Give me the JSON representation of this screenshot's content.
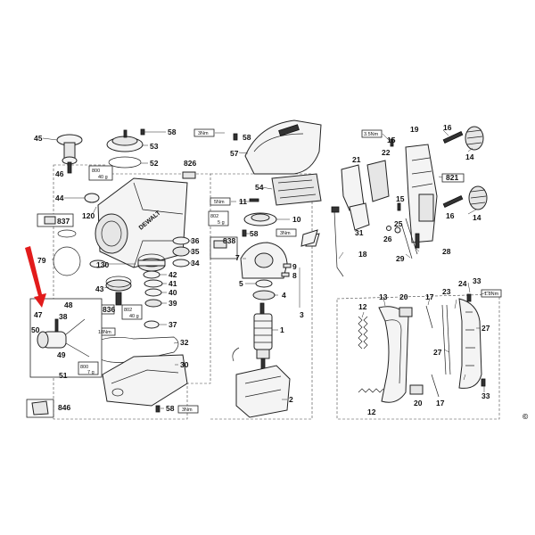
{
  "diagram": {
    "brand_text": "DEWALT",
    "corner_mark": "©",
    "labels": [
      {
        "id": "p45",
        "text": "45"
      },
      {
        "id": "p46",
        "text": "46"
      },
      {
        "id": "p58a",
        "text": "58"
      },
      {
        "id": "p53",
        "text": "53"
      },
      {
        "id": "p52",
        "text": "52"
      },
      {
        "id": "p58b",
        "text": "58"
      },
      {
        "id": "p57",
        "text": "57"
      },
      {
        "id": "p826",
        "text": "826"
      },
      {
        "id": "p44",
        "text": "44"
      },
      {
        "id": "p120",
        "text": "120"
      },
      {
        "id": "p837",
        "text": "837"
      },
      {
        "id": "p79",
        "text": "79"
      },
      {
        "id": "p130",
        "text": "130"
      },
      {
        "id": "p43",
        "text": "43"
      },
      {
        "id": "p42",
        "text": "42"
      },
      {
        "id": "p48",
        "text": "48"
      },
      {
        "id": "p47",
        "text": "47"
      },
      {
        "id": "p38",
        "text": "38"
      },
      {
        "id": "p50",
        "text": "50"
      },
      {
        "id": "p49",
        "text": "49"
      },
      {
        "id": "p51",
        "text": "51"
      },
      {
        "id": "p836",
        "text": "836"
      },
      {
        "id": "p41",
        "text": "41"
      },
      {
        "id": "p40",
        "text": "40"
      },
      {
        "id": "p39",
        "text": "39"
      },
      {
        "id": "p37",
        "text": "37"
      },
      {
        "id": "p32",
        "text": "32"
      },
      {
        "id": "p30",
        "text": "30"
      },
      {
        "id": "p58c",
        "text": "58"
      },
      {
        "id": "p846",
        "text": "846"
      },
      {
        "id": "p36",
        "text": "36"
      },
      {
        "id": "p35",
        "text": "35"
      },
      {
        "id": "p34",
        "text": "34"
      },
      {
        "id": "p838",
        "text": "838"
      },
      {
        "id": "p54",
        "text": "54"
      },
      {
        "id": "p11",
        "text": "11"
      },
      {
        "id": "p10",
        "text": "10"
      },
      {
        "id": "p58d",
        "text": "58"
      },
      {
        "id": "p7",
        "text": "7"
      },
      {
        "id": "p9",
        "text": "9"
      },
      {
        "id": "p8",
        "text": "8"
      },
      {
        "id": "p5",
        "text": "5"
      },
      {
        "id": "p4",
        "text": "4"
      },
      {
        "id": "p3",
        "text": "3"
      },
      {
        "id": "p1",
        "text": "1"
      },
      {
        "id": "p2",
        "text": "2"
      },
      {
        "id": "p15",
        "text": "15"
      },
      {
        "id": "p19",
        "text": "19"
      },
      {
        "id": "p16a",
        "text": "16"
      },
      {
        "id": "p14a",
        "text": "14"
      },
      {
        "id": "p21",
        "text": "21"
      },
      {
        "id": "p22",
        "text": "22"
      },
      {
        "id": "p821",
        "text": "821"
      },
      {
        "id": "p15b",
        "text": "15"
      },
      {
        "id": "p16b",
        "text": "16"
      },
      {
        "id": "p14b",
        "text": "14"
      },
      {
        "id": "p25",
        "text": "25"
      },
      {
        "id": "p26",
        "text": "26"
      },
      {
        "id": "p31",
        "text": "31"
      },
      {
        "id": "p28",
        "text": "28"
      },
      {
        "id": "p29",
        "text": "29"
      },
      {
        "id": "p18",
        "text": "18"
      },
      {
        "id": "p13",
        "text": "13"
      },
      {
        "id": "p20a",
        "text": "20"
      },
      {
        "id": "p17a",
        "text": "17"
      },
      {
        "id": "p23",
        "text": "23"
      },
      {
        "id": "p24",
        "text": "24"
      },
      {
        "id": "p33a",
        "text": "33"
      },
      {
        "id": "p12a",
        "text": "12"
      },
      {
        "id": "p27a",
        "text": "27"
      },
      {
        "id": "p27b",
        "text": "27"
      },
      {
        "id": "p12b",
        "text": "12"
      },
      {
        "id": "p20b",
        "text": "20"
      },
      {
        "id": "p17b",
        "text": "17"
      },
      {
        "id": "p33b",
        "text": "33"
      }
    ],
    "torques": {
      "t3a": "3Nm",
      "t5n": "5Nm",
      "t3b": "3Nm",
      "t3c": "3Nm",
      "t35": "3.5Nm",
      "t18n": "18Nm",
      "t18m": "1.8Nm"
    },
    "grease": {
      "g800a": "800",
      "g40a": "40 g",
      "g802a": "802",
      "g5": "5 g",
      "g802b": "802",
      "g40b": "40 g",
      "g800b": "800",
      "g7": "7 g"
    }
  }
}
